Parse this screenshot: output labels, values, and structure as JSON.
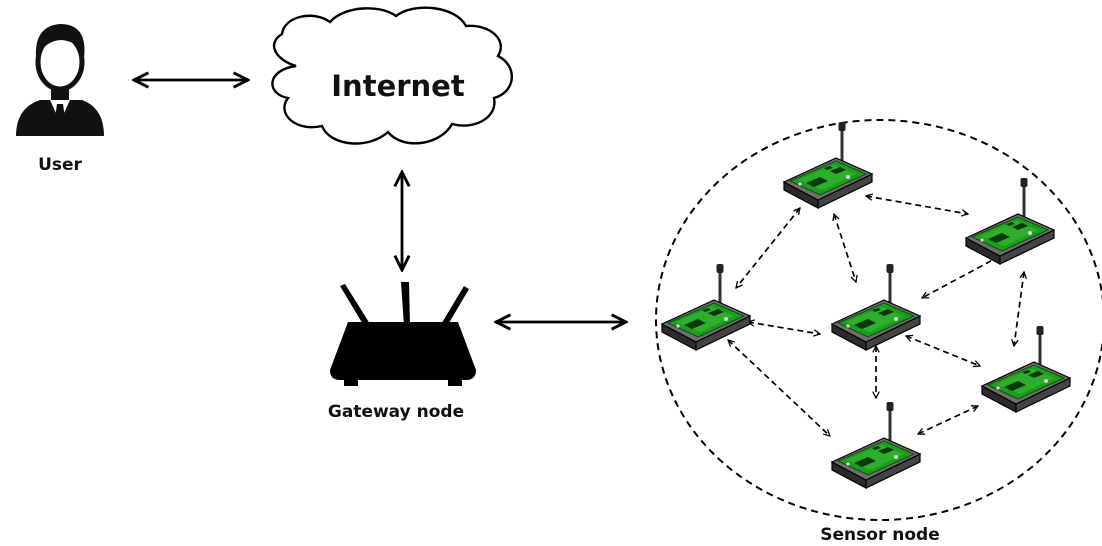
{
  "labels": {
    "user": "User",
    "internet": "Internet",
    "gateway": "Gateway node",
    "sensor": "Sensor node"
  },
  "icons": {
    "user": "user-icon",
    "cloud": "internet-cloud-icon",
    "router": "gateway-router-icon",
    "sensor": "sensor-node-icon"
  },
  "colors": {
    "ink": "#000000",
    "board": "#1e9c1e",
    "board_top": "#3bbf3b",
    "chip": "#0a3a0a",
    "case_top": "#6e6e6e",
    "case_side": "#2b2b2b"
  }
}
